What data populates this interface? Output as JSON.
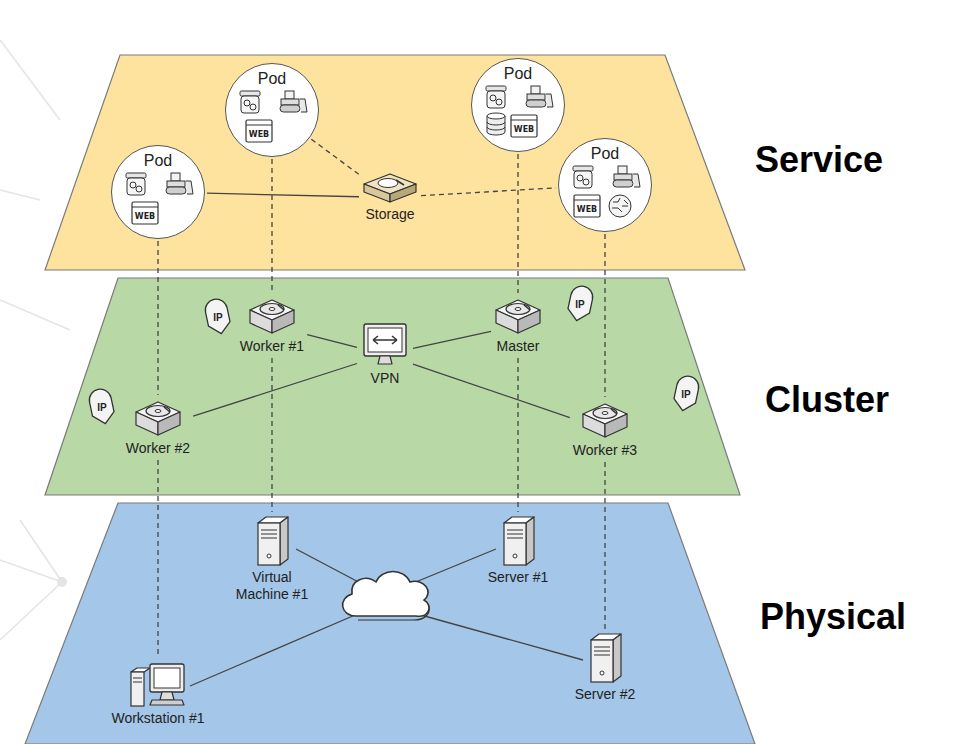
{
  "diagram": {
    "nodes": [
      {
        "text": [
          "Service"
        ]
      },
      {
        "text": [
          "Pod"
        ],
        "in": 0
      },
      {
        "text": [
          "Pod"
        ],
        "in": 0
      },
      {
        "text": [
          "Pod"
        ],
        "in": 0
      },
      {
        "text": [
          "Storage"
        ],
        "in": 0
      },
      {
        "text": [
          "Pod"
        ],
        "in": 0
      },
      {
        "text": [
          "Cluster"
        ]
      },
      {
        "text": [
          "Worker #1"
        ],
        "in": 6
      },
      {
        "text": [
          "Master"
        ],
        "in": 6
      },
      {
        "text": [
          "VPN"
        ],
        "in": 6
      },
      {
        "text": [
          "Worker #2"
        ],
        "in": 6
      },
      {
        "text": [
          "Worker #3"
        ],
        "in": 6
      },
      {
        "text": [
          "Physical"
        ]
      },
      {
        "text": [
          "Virtual Machine #1"
        ],
        "in": 12
      },
      {
        "text": [
          "Server #1"
        ],
        "in": 12
      },
      {
        "text": [
          "Workstation #1"
        ],
        "in": 12
      },
      {
        "text": [
          "Server #2"
        ],
        "in": 12
      }
    ],
    "edges": [
      {
        "from": 3,
        "to": 4,
        "arrow": "none"
      },
      {
        "from": 1,
        "to": 4,
        "arrow": "none"
      },
      {
        "from": 4,
        "to": 5,
        "arrow": "none"
      },
      {
        "from": 9,
        "to": 7,
        "arrow": "none"
      },
      {
        "from": 9,
        "to": 10,
        "arrow": "none"
      },
      {
        "from": 9,
        "to": 8,
        "arrow": "none"
      },
      {
        "from": 9,
        "to": 11,
        "arrow": "none"
      },
      {
        "from": 1,
        "to": 7,
        "arrow": "none"
      },
      {
        "from": 7,
        "to": 13,
        "arrow": "none"
      },
      {
        "from": 2,
        "to": 8,
        "arrow": "none"
      },
      {
        "from": 8,
        "to": 14,
        "arrow": "none"
      },
      {
        "from": 3,
        "to": 10,
        "arrow": "none"
      },
      {
        "from": 10,
        "to": 15,
        "arrow": "none"
      },
      {
        "from": 5,
        "to": 11,
        "arrow": "none"
      },
      {
        "from": 11,
        "to": 16,
        "arrow": "none"
      }
    ],
    "labels": [
      "WEB",
      "WEB",
      "WEB",
      "WEB",
      "IP",
      "IP",
      "IP",
      "IP"
    ]
  }
}
